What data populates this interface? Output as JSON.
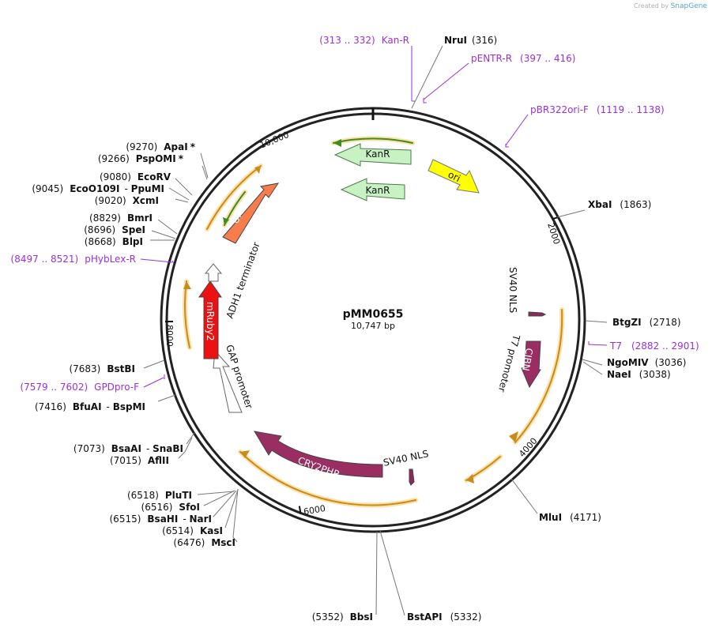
{
  "credit": {
    "prefix": "Created by",
    "brand": "SnapGene"
  },
  "plasmid": {
    "name": "pMM0655",
    "length_label": "10,747 bp"
  },
  "ticks": [
    "2000",
    "4000",
    "6000",
    "8000",
    "10,000"
  ],
  "enzymes": [
    {
      "name": "NruI",
      "pos": "(316)"
    },
    {
      "name": "XbaI",
      "pos": "(1863)"
    },
    {
      "name": "BtgZI",
      "pos": "(2718)"
    },
    {
      "name": "NgoMIV",
      "pos": "(3036)"
    },
    {
      "name": "NaeI",
      "pos": "(3038)"
    },
    {
      "name": "MluI",
      "pos": "(4171)"
    },
    {
      "name": "BstAPI",
      "pos": "(5332)"
    },
    {
      "name": "BbsI",
      "pos": "(5352)"
    },
    {
      "name": "MscI",
      "pos": "(6476)"
    },
    {
      "name": "KasI",
      "pos": "(6514)"
    },
    {
      "name": "BsaHI",
      "pos": "(6515)",
      "extra": "NarI"
    },
    {
      "name": "SfoI",
      "pos": "(6516)"
    },
    {
      "name": "PluTI",
      "pos": "(6518)"
    },
    {
      "name": "AflII",
      "pos": "(7015)"
    },
    {
      "name": "BsaAI",
      "pos": "(7073)",
      "extra": "SnaBI"
    },
    {
      "name": "BfuAI",
      "pos": "(7416)",
      "extra": "BspMI"
    },
    {
      "name": "BstBI",
      "pos": "(7683)"
    },
    {
      "name": "BlpI",
      "pos": "(8668)"
    },
    {
      "name": "SpeI",
      "pos": "(8696)"
    },
    {
      "name": "BmrI",
      "pos": "(8829)"
    },
    {
      "name": "XcmI",
      "pos": "(9020)"
    },
    {
      "name": "EcoO109I",
      "pos": "(9045)",
      "extra": "PpuMI"
    },
    {
      "name": "EcoRV",
      "pos": "(9080)"
    },
    {
      "name": "PspOMI",
      "pos": "(9266)",
      "star": "*"
    },
    {
      "name": "ApaI",
      "pos": "(9270)",
      "star": "*"
    }
  ],
  "primers": [
    {
      "name": "Kan-R",
      "range": "(313 .. 332)"
    },
    {
      "name": "pENTR-R",
      "range": "(397 .. 416)"
    },
    {
      "name": "pBR322ori-F",
      "range": "(1119 .. 1138)"
    },
    {
      "name": "T7",
      "range": "(2882 .. 2901)"
    },
    {
      "name": "GPDpro-F",
      "range": "(7579 .. 7602)"
    },
    {
      "name": "pHybLex-R",
      "range": "(8497 .. 8521)"
    }
  ],
  "features": [
    {
      "name": "KanR",
      "color": "#c8f2c4"
    },
    {
      "name": "KanR",
      "color": "#c8f2c4"
    },
    {
      "name": "ori",
      "color": "#ffff00"
    },
    {
      "name": "SV40 NLS",
      "color": "#8b2a5a"
    },
    {
      "name": "CIBN",
      "color": "#9a2d62"
    },
    {
      "name": "T7 promoter",
      "color": "#ffffff"
    },
    {
      "name": "SV40 NLS",
      "color": "#8b2a5a"
    },
    {
      "name": "CRY2PHR",
      "color": "#9a2d62"
    },
    {
      "name": "GAP promoter",
      "color": "#ffffff"
    },
    {
      "name": "mRuby2",
      "color": "#ee1111"
    },
    {
      "name": "ADH1 terminator",
      "color": "#ffffff"
    },
    {
      "name": "URA3",
      "color": "#f97c4d"
    }
  ],
  "colors": {
    "primer": "#9b30d9",
    "orf": "#c98b1a",
    "orf_glow": "#fbe0a8",
    "green_orf": "#3d8c1e"
  }
}
